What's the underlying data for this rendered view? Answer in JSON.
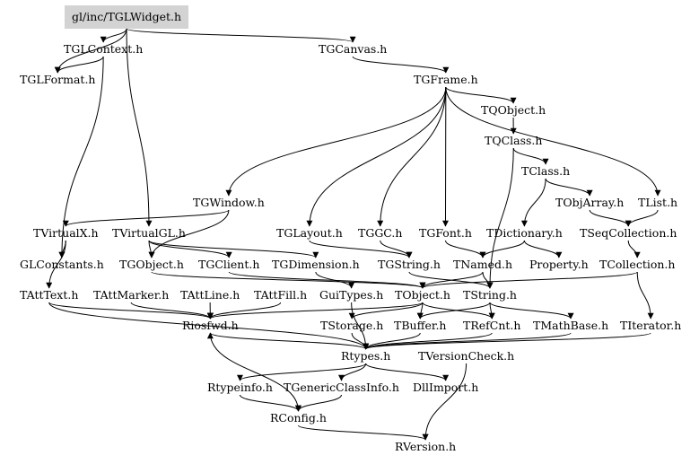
{
  "graph": {
    "nodes": [
      {
        "id": "root",
        "label": "gl/inc/TGLWidget.h",
        "highlight": true
      },
      {
        "id": "glcontext",
        "label": "TGLContext.h"
      },
      {
        "id": "glformat",
        "label": "TGLFormat.h"
      },
      {
        "id": "gcanvas",
        "label": "TGCanvas.h"
      },
      {
        "id": "gframe",
        "label": "TGFrame.h"
      },
      {
        "id": "qobject",
        "label": "TQObject.h"
      },
      {
        "id": "qclass",
        "label": "TQClass.h"
      },
      {
        "id": "tclass",
        "label": "TClass.h"
      },
      {
        "id": "objarray",
        "label": "TObjArray.h"
      },
      {
        "id": "tlist",
        "label": "TList.h"
      },
      {
        "id": "gwindow",
        "label": "TGWindow.h"
      },
      {
        "id": "virtualx",
        "label": "TVirtualX.h"
      },
      {
        "id": "virtualgl",
        "label": "TVirtualGL.h"
      },
      {
        "id": "glayout",
        "label": "TGLayout.h"
      },
      {
        "id": "ggc",
        "label": "TGGC.h"
      },
      {
        "id": "gfont",
        "label": "TGFont.h"
      },
      {
        "id": "dictionary",
        "label": "TDictionary.h"
      },
      {
        "id": "seqcoll",
        "label": "TSeqCollection.h"
      },
      {
        "id": "glconst",
        "label": "GLConstants.h"
      },
      {
        "id": "gobject",
        "label": "TGObject.h"
      },
      {
        "id": "gclient",
        "label": "TGClient.h"
      },
      {
        "id": "gdimension",
        "label": "TGDimension.h"
      },
      {
        "id": "gstring",
        "label": "TGString.h"
      },
      {
        "id": "tnamed",
        "label": "TNamed.h"
      },
      {
        "id": "property",
        "label": "Property.h"
      },
      {
        "id": "collection",
        "label": "TCollection.h"
      },
      {
        "id": "atttext",
        "label": "TAttText.h"
      },
      {
        "id": "attmarker",
        "label": "TAttMarker.h"
      },
      {
        "id": "attline",
        "label": "TAttLine.h"
      },
      {
        "id": "attfill",
        "label": "TAttFill.h"
      },
      {
        "id": "guitypes",
        "label": "GuiTypes.h"
      },
      {
        "id": "tobject",
        "label": "TObject.h"
      },
      {
        "id": "tstring",
        "label": "TString.h"
      },
      {
        "id": "riosfwd",
        "label": "Riosfwd.h"
      },
      {
        "id": "storage",
        "label": "TStorage.h"
      },
      {
        "id": "buffer",
        "label": "TBuffer.h"
      },
      {
        "id": "refcnt",
        "label": "TRefCnt.h"
      },
      {
        "id": "mathbase",
        "label": "TMathBase.h"
      },
      {
        "id": "iterator",
        "label": "TIterator.h"
      },
      {
        "id": "rtypes",
        "label": "Rtypes.h"
      },
      {
        "id": "versioncheck",
        "label": "TVersionCheck.h"
      },
      {
        "id": "rtypeinfo",
        "label": "Rtypeinfo.h"
      },
      {
        "id": "genericclassinfo",
        "label": "TGenericClassInfo.h"
      },
      {
        "id": "dllimport",
        "label": "DllImport.h"
      },
      {
        "id": "rconfig",
        "label": "RConfig.h"
      },
      {
        "id": "rversion",
        "label": "RVersion.h"
      }
    ],
    "edges": [
      [
        "root",
        "glcontext"
      ],
      [
        "root",
        "glformat"
      ],
      [
        "root",
        "gcanvas"
      ],
      [
        "root",
        "virtualgl"
      ],
      [
        "glcontext",
        "glformat"
      ],
      [
        "glcontext",
        "glconst"
      ],
      [
        "gcanvas",
        "gframe"
      ],
      [
        "gframe",
        "qobject"
      ],
      [
        "gframe",
        "gwindow"
      ],
      [
        "gframe",
        "tlist"
      ],
      [
        "gframe",
        "glayout"
      ],
      [
        "gframe",
        "ggc"
      ],
      [
        "gframe",
        "gfont"
      ],
      [
        "qobject",
        "qclass"
      ],
      [
        "qclass",
        "tclass"
      ],
      [
        "qclass",
        "tstring"
      ],
      [
        "tclass",
        "objarray"
      ],
      [
        "tclass",
        "dictionary"
      ],
      [
        "objarray",
        "seqcoll"
      ],
      [
        "tlist",
        "seqcoll"
      ],
      [
        "seqcoll",
        "collection"
      ],
      [
        "dictionary",
        "tnamed"
      ],
      [
        "dictionary",
        "property"
      ],
      [
        "collection",
        "iterator"
      ],
      [
        "collection",
        "tobject"
      ],
      [
        "gwindow",
        "virtualx"
      ],
      [
        "gwindow",
        "gobject"
      ],
      [
        "virtualx",
        "glconst"
      ],
      [
        "virtualx",
        "atttext"
      ],
      [
        "virtualgl",
        "gobject"
      ],
      [
        "virtualgl",
        "gclient"
      ],
      [
        "virtualgl",
        "gdimension"
      ],
      [
        "glayout",
        "gstring"
      ],
      [
        "ggc",
        "gstring"
      ],
      [
        "gfont",
        "tnamed"
      ],
      [
        "gobject",
        "tobject"
      ],
      [
        "gclient",
        "tobject"
      ],
      [
        "gdimension",
        "guitypes"
      ],
      [
        "gstring",
        "tstring"
      ],
      [
        "tnamed",
        "tobject"
      ],
      [
        "tnamed",
        "tstring"
      ],
      [
        "atttext",
        "riosfwd"
      ],
      [
        "attmarker",
        "riosfwd"
      ],
      [
        "attline",
        "riosfwd"
      ],
      [
        "attfill",
        "riosfwd"
      ],
      [
        "atttext",
        "rtypes"
      ],
      [
        "guitypes",
        "rtypes"
      ],
      [
        "tobject",
        "storage"
      ],
      [
        "tobject",
        "buffer"
      ],
      [
        "tobject",
        "riosfwd"
      ],
      [
        "tobject",
        "refcnt"
      ],
      [
        "tstring",
        "refcnt"
      ],
      [
        "tstring",
        "mathbase"
      ],
      [
        "tstring",
        "buffer"
      ],
      [
        "storage",
        "rtypes"
      ],
      [
        "buffer",
        "rtypes"
      ],
      [
        "refcnt",
        "rtypes"
      ],
      [
        "mathbase",
        "rtypes"
      ],
      [
        "iterator",
        "rtypes"
      ],
      [
        "rtypes",
        "rtypeinfo"
      ],
      [
        "rtypes",
        "genericclassinfo"
      ],
      [
        "rtypes",
        "dllimport"
      ],
      [
        "rtypes",
        "riosfwd"
      ],
      [
        "rtypeinfo",
        "rconfig"
      ],
      [
        "genericclassinfo",
        "rconfig"
      ],
      [
        "riosfwd",
        "rconfig"
      ],
      [
        "versioncheck",
        "rversion"
      ],
      [
        "rconfig",
        "rversion"
      ]
    ]
  }
}
